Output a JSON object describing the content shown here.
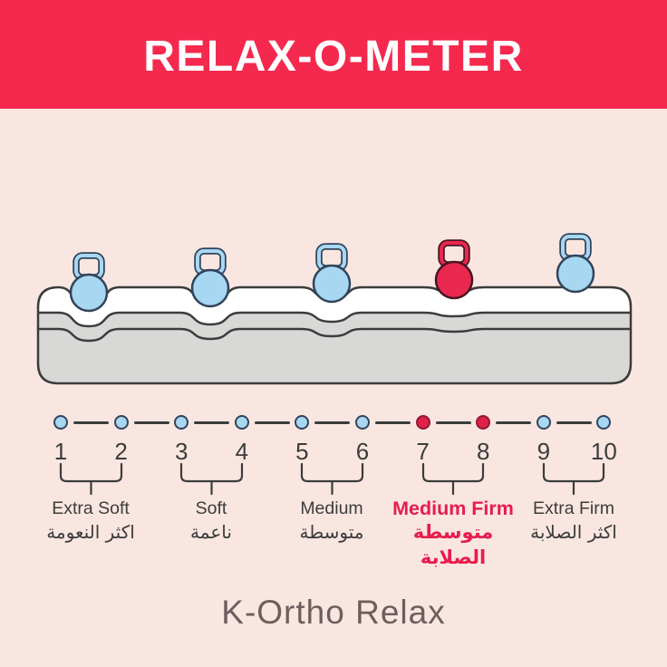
{
  "header": {
    "title": "RELAX-O-METER"
  },
  "meter": {
    "numbers": [
      "1",
      "2",
      "3",
      "4",
      "5",
      "6",
      "7",
      "8",
      "9",
      "10"
    ],
    "highlight_numbers": [
      "7",
      "8"
    ],
    "groups": [
      {
        "label": "Extra Soft",
        "label_ar": "اكثر النعومة",
        "highlighted": false
      },
      {
        "label": "Soft",
        "label_ar": "ناعمة",
        "highlighted": false
      },
      {
        "label": "Medium",
        "label_ar": "متوسطة",
        "highlighted": false
      },
      {
        "label": "Medium Firm",
        "label_ar": "متوسطة الصلابة",
        "highlighted": true
      },
      {
        "label": "Extra Firm",
        "label_ar": "اكثر الصلابة",
        "highlighted": false
      }
    ],
    "weights": [
      "blue",
      "blue",
      "blue",
      "red",
      "blue"
    ]
  },
  "footer": {
    "product_name": "K-Ortho Relax"
  },
  "colors": {
    "banner": "#f5294e",
    "background": "#f9e6e1",
    "highlight": "#e81c4e",
    "soft_blue": "#a8d7f2",
    "blue_outline": "#31445c",
    "weight_red": "#e8284e",
    "red_outline": "#4b1422",
    "red_dot": "#df2048",
    "red_dot_outline": "#8e1b34",
    "ink": "#3c3c3c",
    "mattress_gray": "#d8d8d6",
    "footer_text": "#6e5d5e"
  }
}
